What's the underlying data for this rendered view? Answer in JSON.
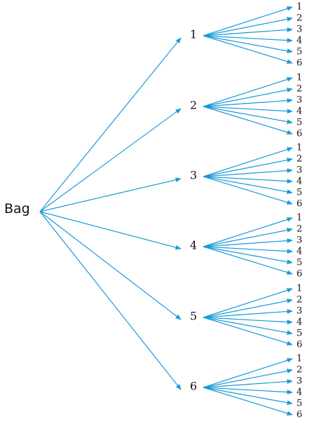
{
  "tree": {
    "root": {
      "label": "Bag"
    },
    "level1": [
      "1",
      "2",
      "3",
      "4",
      "5",
      "6"
    ],
    "level2": [
      "1",
      "2",
      "3",
      "4",
      "5",
      "6"
    ]
  },
  "colors": {
    "edge": "#1a9ad9",
    "text": "#111111"
  }
}
